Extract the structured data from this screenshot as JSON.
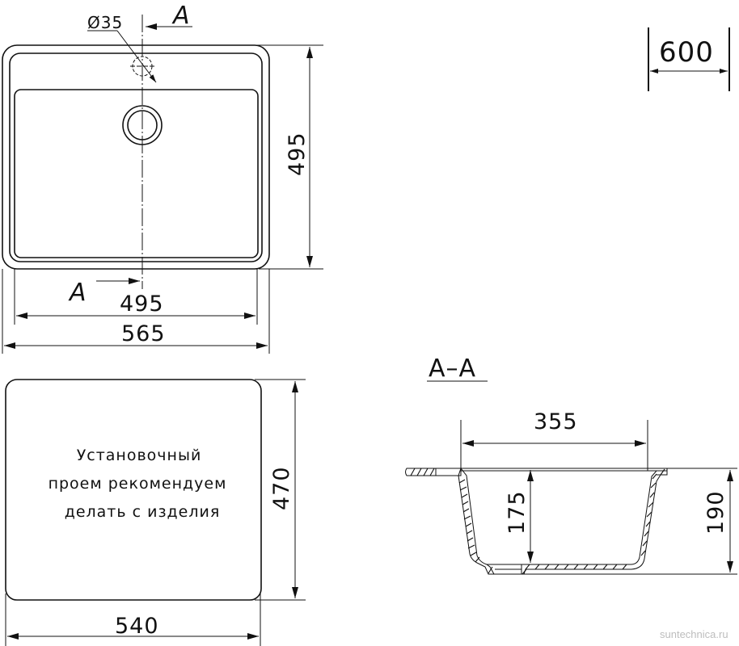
{
  "top_view": {
    "hole_diameter_label": "Ø35",
    "section_marker_top": "A",
    "section_marker_bottom": "A",
    "height_label": "495",
    "inner_width_label": "495",
    "outer_width_label": "565"
  },
  "cabinet": {
    "label": "600"
  },
  "cutout_view": {
    "note_lines": [
      "Установочный",
      "проем рекомендуем",
      "делать с изделия"
    ],
    "height_label": "470",
    "width_label": "540"
  },
  "section_view": {
    "title": "A–A",
    "top_width_label": "355",
    "bowl_depth_label": "175",
    "total_depth_label": "190"
  },
  "watermark": "suntechnica.ru"
}
